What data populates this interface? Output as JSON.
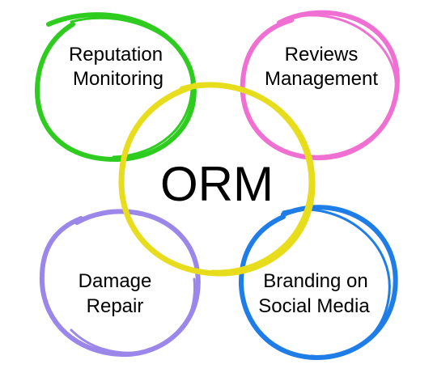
{
  "diagram": {
    "center": {
      "label": "ORM",
      "color": "#e8dd1c"
    },
    "nodes": [
      {
        "id": "reputation-monitoring",
        "lines": [
          "Reputation",
          "Monitoring"
        ],
        "color": "#2ecc1f"
      },
      {
        "id": "reviews-management",
        "lines": [
          "Reviews",
          "Management"
        ],
        "color": "#f06fd3"
      },
      {
        "id": "damage-repair",
        "lines": [
          "Damage",
          "Repair"
        ],
        "color": "#9b86ea"
      },
      {
        "id": "branding-social-media",
        "lines": [
          "Branding on",
          "Social Media"
        ],
        "color": "#1f7de8"
      }
    ]
  }
}
